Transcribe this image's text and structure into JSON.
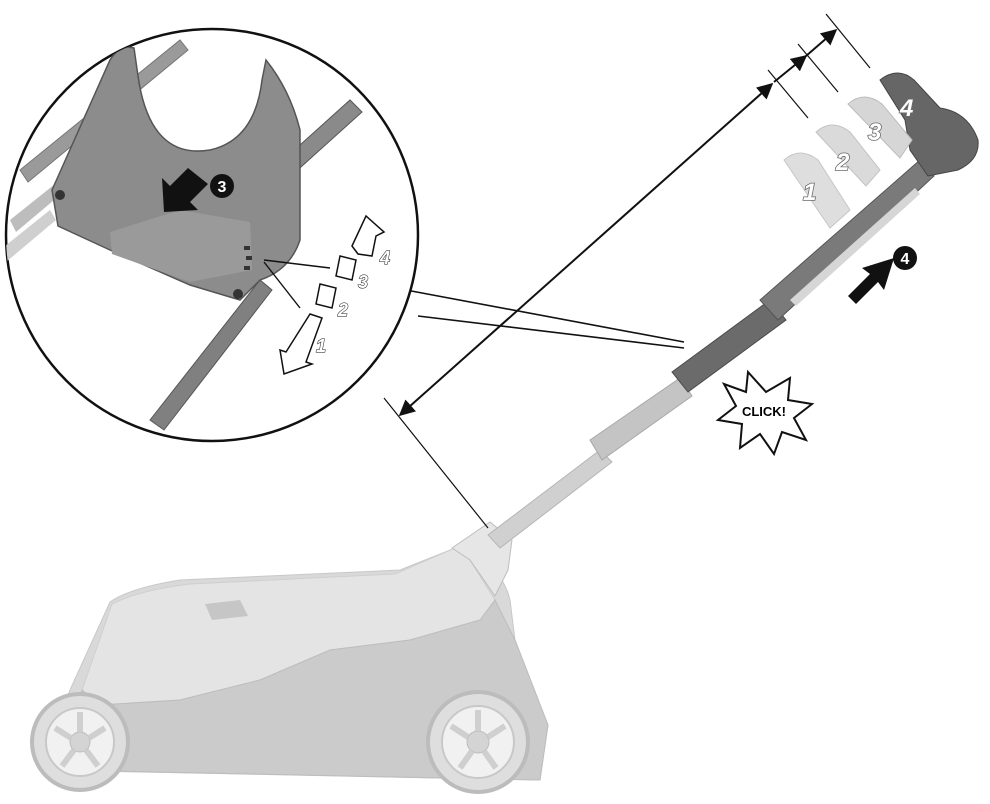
{
  "colors": {
    "background": "#ffffff",
    "line": "#111111",
    "mower_body": "#d9d9d9",
    "mower_shade": "#bdbdbd",
    "handle_dark": "#6b6b6b",
    "handle_light": "#bfbfbf",
    "ghost_handle": "#cfcfcf"
  },
  "labels": {
    "step_lock": "3",
    "step_push": "4",
    "click": "CLICK!"
  },
  "handle_positions": [
    {
      "label": "1"
    },
    {
      "label": "2"
    },
    {
      "label": "3"
    },
    {
      "label": "4"
    }
  ],
  "detail_scale": [
    {
      "label": "4"
    },
    {
      "label": "3"
    },
    {
      "label": "2"
    },
    {
      "label": "1"
    }
  ]
}
